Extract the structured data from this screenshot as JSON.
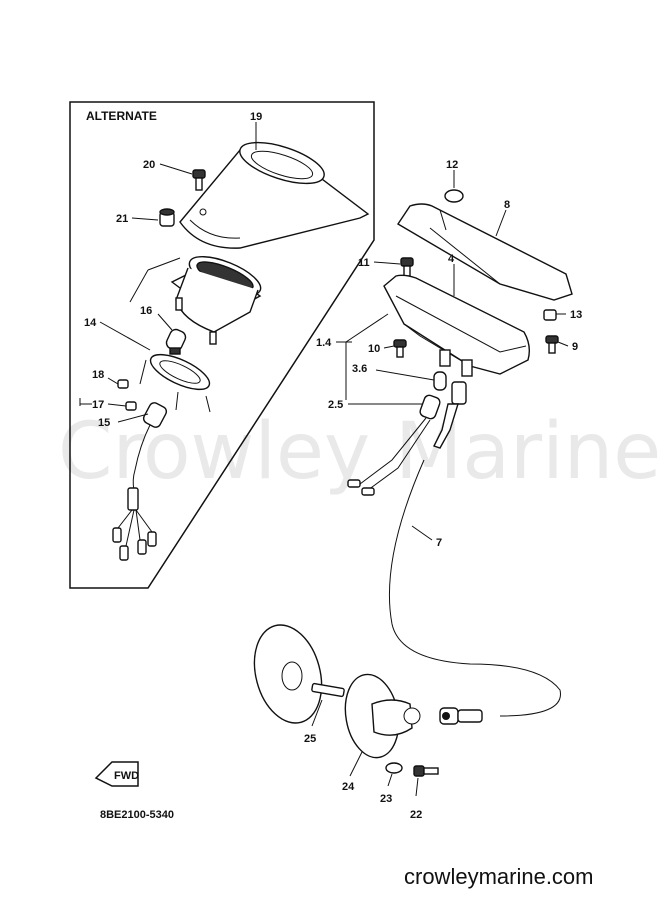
{
  "inset": {
    "title": "ALTERNATE"
  },
  "watermark": "Crowley Marine",
  "part_code": "8BE2100-5340",
  "fwd_badge": "FWD",
  "site": "crowleymarine.com",
  "callouts": [
    "19",
    "20",
    "21",
    "14",
    "16",
    "18",
    "17",
    "15",
    "12",
    "8",
    "11",
    "4",
    "13",
    "9",
    "1.4",
    "10",
    "3.6",
    "2.5",
    "7",
    "25",
    "24",
    "23",
    "22"
  ]
}
